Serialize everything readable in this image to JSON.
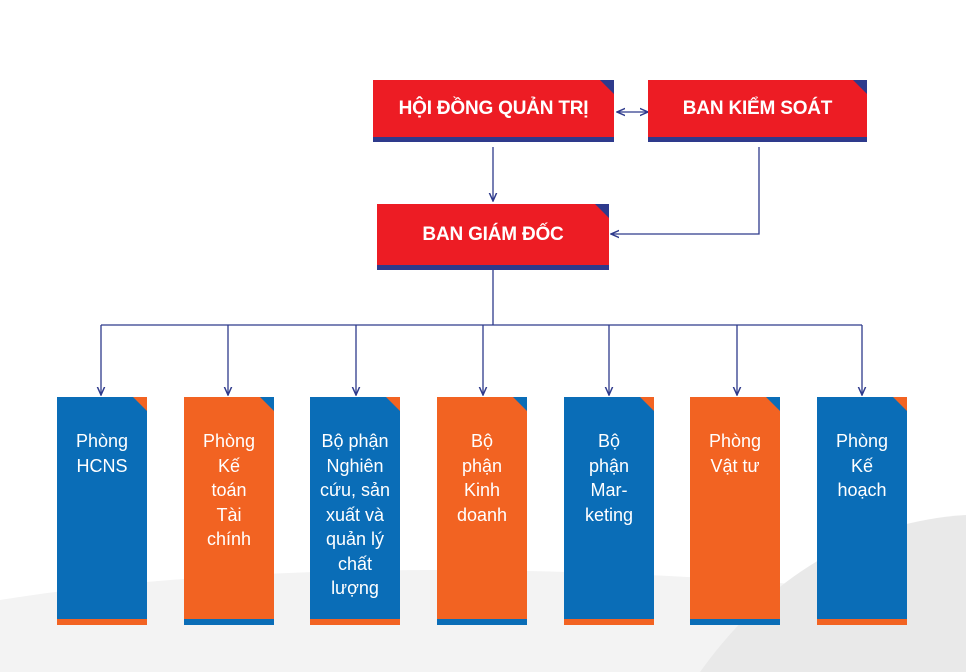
{
  "top": {
    "board": "HỘI ĐỒNG QUẢN TRỊ",
    "supervisory": "BAN KIỂM SOÁT",
    "directors": "BAN GIÁM ĐỐC"
  },
  "departments": [
    {
      "label": "Phòng\nHCNS",
      "color": "blue"
    },
    {
      "label": "Phòng\nKế\ntoán\nTài\nchính",
      "color": "orange"
    },
    {
      "label": "Bộ phận\nNghiên\ncứu, sản\nxuất và\nquản lý\nchất\nlượng",
      "color": "blue"
    },
    {
      "label": "Bộ\nphận\nKinh\ndoanh",
      "color": "orange"
    },
    {
      "label": "Bộ\nphận\nMar-\nketing",
      "color": "blue"
    },
    {
      "label": "Phòng\nVật tư",
      "color": "orange"
    },
    {
      "label": "Phòng\nKế\nhoạch",
      "color": "blue"
    }
  ],
  "colors": {
    "red": "#ED1C24",
    "navy": "#2E3A8C",
    "blue": "#0A6DB7",
    "orange": "#F26322"
  }
}
